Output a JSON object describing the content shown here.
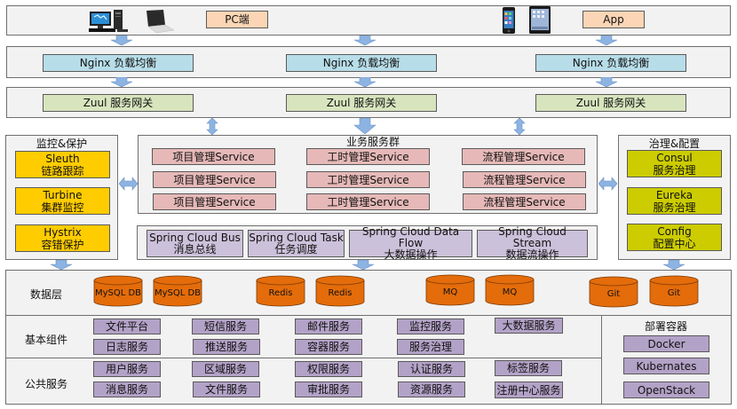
{
  "client_layer": {
    "pc_label": "PC端",
    "app_label": "App",
    "icons": [
      "desktop-computer-icon",
      "laptop-icon",
      "smartphone-icon",
      "tablet-icon"
    ]
  },
  "nginx_layer": {
    "items": [
      "Nginx  负载均衡",
      "Nginx  负载均衡",
      "Nginx  负载均衡"
    ]
  },
  "zuul_layer": {
    "items": [
      "Zuul  服务网关",
      "Zuul  服务网关",
      "Zuul  服务网关"
    ]
  },
  "monitoring": {
    "title": "监控&保护",
    "items": [
      {
        "name": "Sleuth",
        "desc": "链路跟踪"
      },
      {
        "name": "Turbine",
        "desc": "集群监控"
      },
      {
        "name": "Hystrix",
        "desc": "容错保护"
      }
    ]
  },
  "business": {
    "title": "业务服务群",
    "columns": [
      [
        "项目管理Service",
        "项目管理Service",
        "项目管理Service"
      ],
      [
        "工时管理Service",
        "工时管理Service",
        "工时管理Service"
      ],
      [
        "流程管理Service",
        "流程管理Service",
        "流程管理Service"
      ]
    ]
  },
  "spring_cloud": {
    "items": [
      {
        "name": "Spring Cloud Bus",
        "desc": "消息总线"
      },
      {
        "name": "Spring Cloud Task",
        "desc": "任务调度"
      },
      {
        "name": "Spring Cloud Data Flow",
        "desc": "大数据操作"
      },
      {
        "name": "Spring Cloud Stream",
        "desc": "数据流操作"
      }
    ]
  },
  "governance": {
    "title": "治理&配置",
    "items": [
      {
        "name": "Consul",
        "desc": "服务治理"
      },
      {
        "name": "Eureka",
        "desc": "服务治理"
      },
      {
        "name": "Config",
        "desc": "配置中心"
      }
    ]
  },
  "data_layer": {
    "title": "数据层",
    "stores": [
      "MySQL DB",
      "MySQL DB",
      "Redis",
      "Redis",
      "MQ",
      "MQ",
      "Git",
      "Git"
    ]
  },
  "basic_components": {
    "title": "基本组件",
    "items": [
      "文件平台",
      "日志服务",
      "短信服务",
      "推送服务",
      "邮件服务",
      "容器服务",
      "监控服务",
      "服务治理",
      "大数据服务"
    ]
  },
  "public_services": {
    "title": "公共服务",
    "items": [
      "用户服务",
      "消息服务",
      "区域服务",
      "文件服务",
      "权限服务",
      "审批服务",
      "认证服务",
      "资源服务",
      "标签服务",
      "注册中心服务"
    ]
  },
  "deployment": {
    "title": "部署容器",
    "items": [
      "Docker",
      "Kubernates",
      "OpenStack"
    ]
  },
  "colors": {
    "client": "#fbd5b5",
    "nginx": "#b7dde8",
    "zuul": "#d7e4bd",
    "service": "#e6b9b8",
    "spring": "#ccc1da",
    "monitor": "#ffcc00",
    "governance": "#cccc00",
    "component": "#b3a2c7",
    "database": "#e46c0a",
    "arrow": "#8db3e2"
  }
}
